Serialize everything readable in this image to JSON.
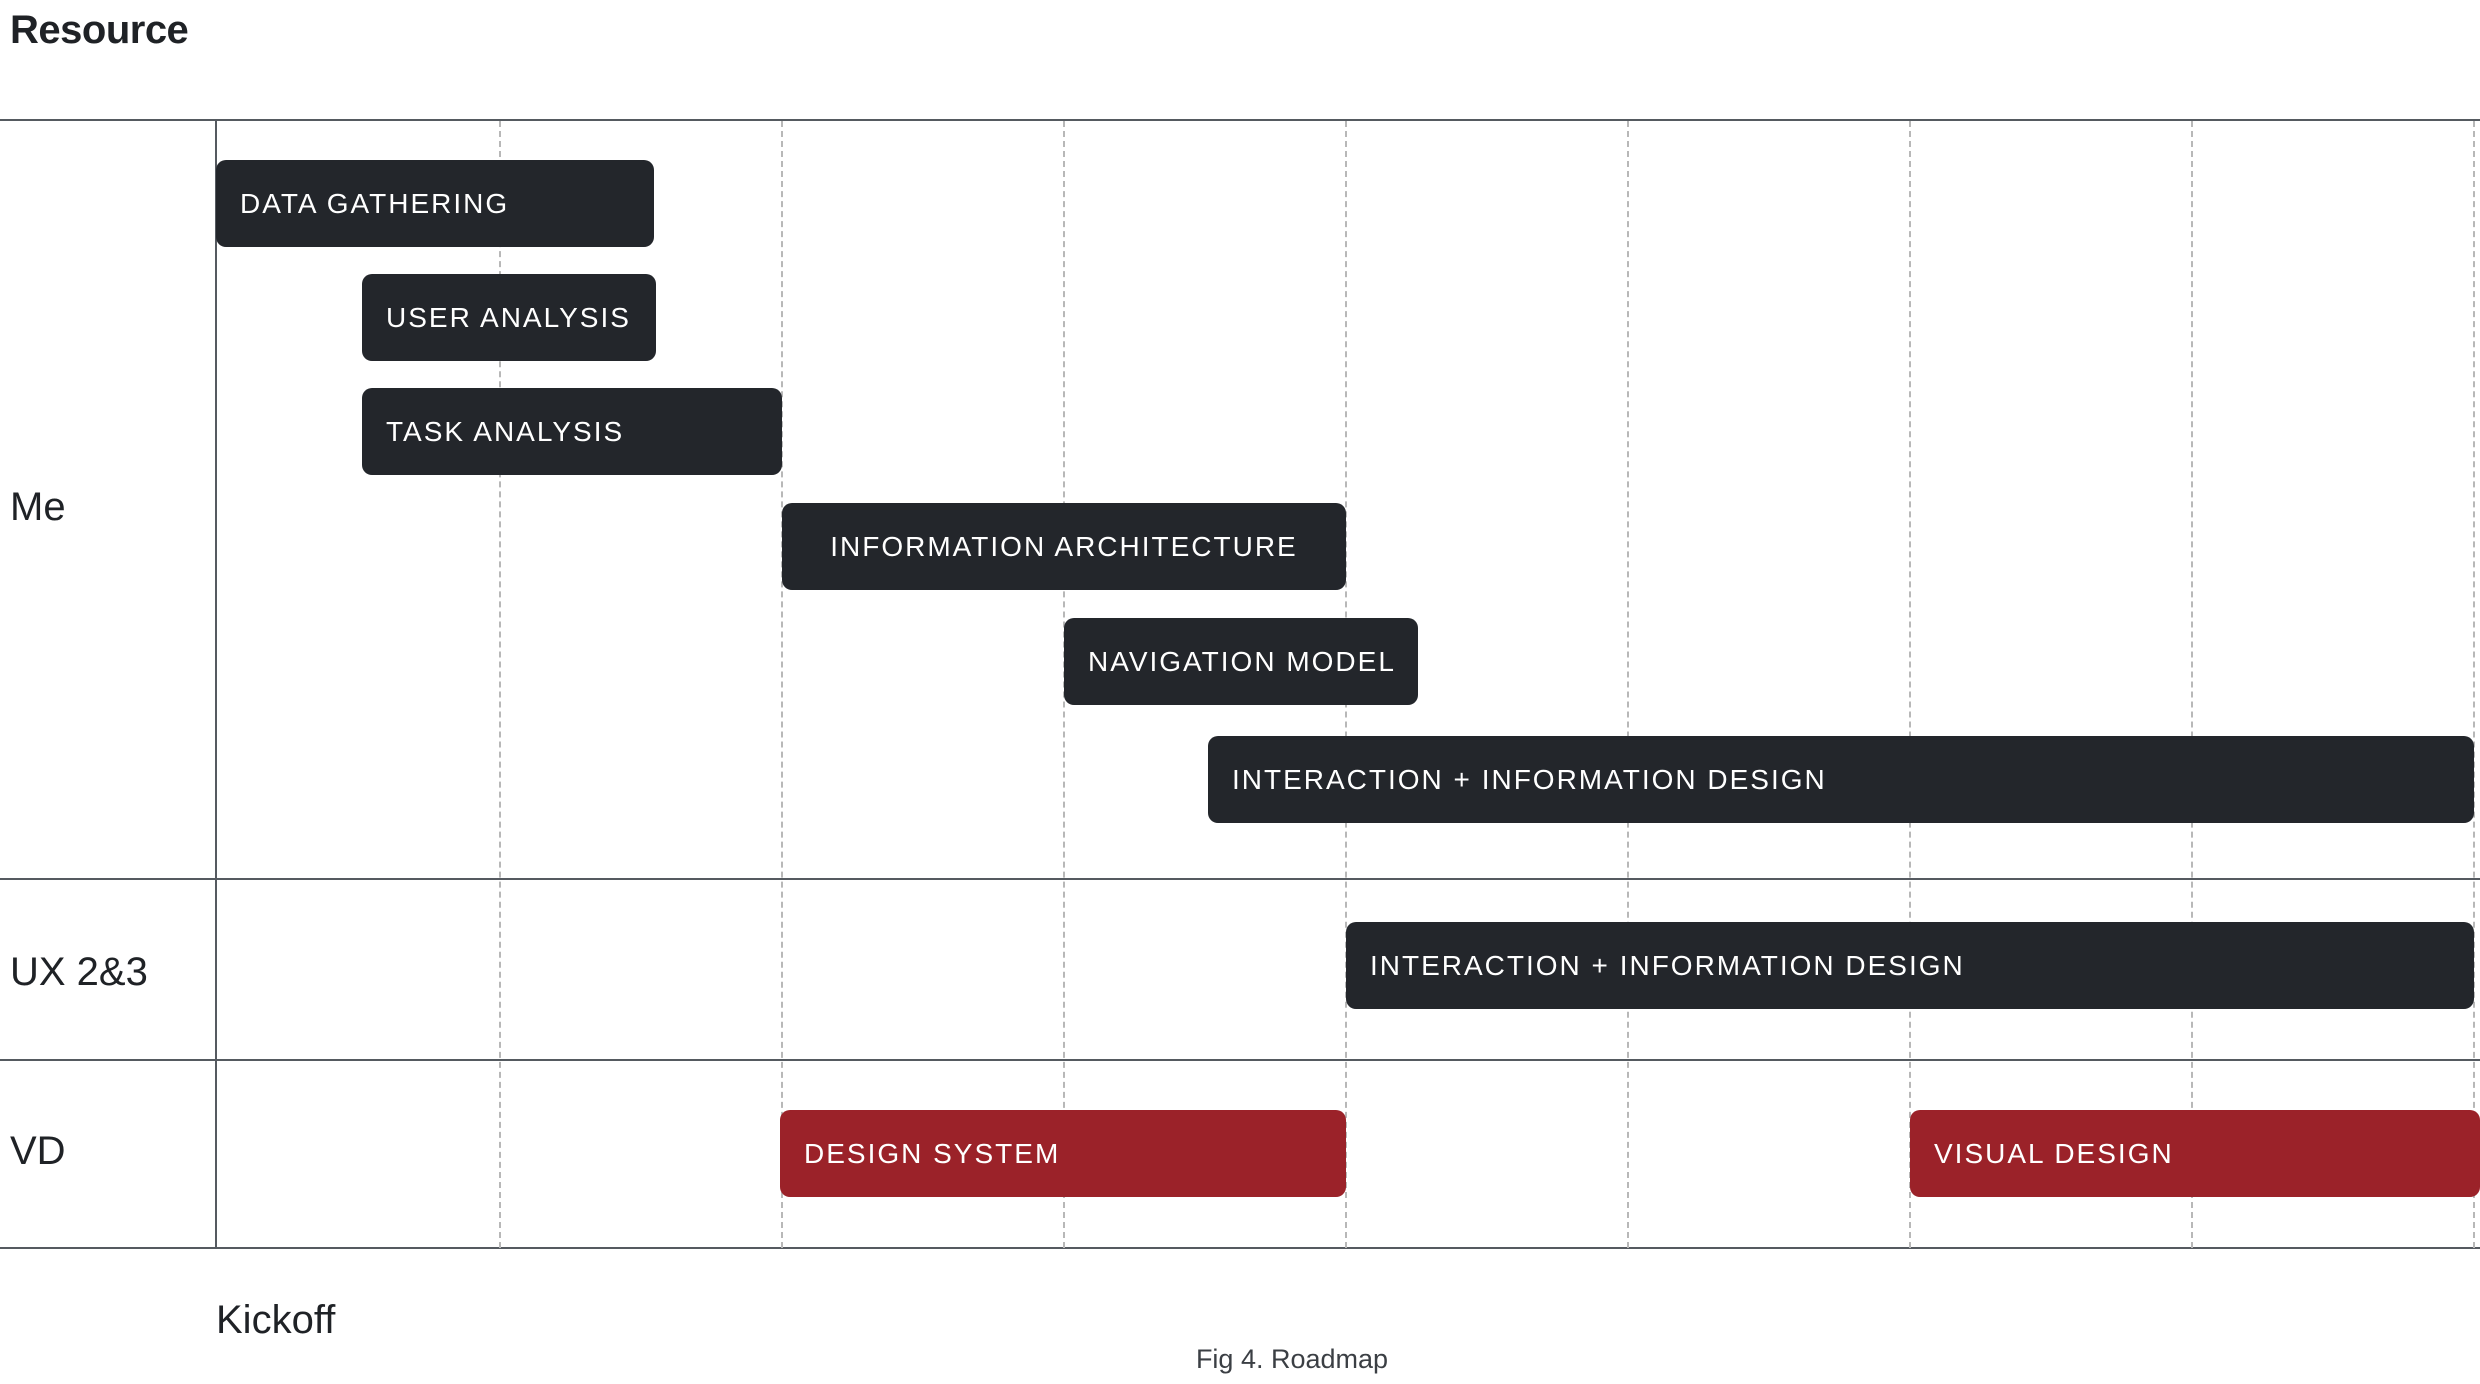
{
  "header": {
    "title": "Resource"
  },
  "rows": [
    {
      "label": "Me"
    },
    {
      "label": "UX 2&3"
    },
    {
      "label": "VD"
    }
  ],
  "tasks": [
    {
      "label": "DATA GATHERING",
      "resource": "Me",
      "status": "dark"
    },
    {
      "label": "USER ANALYSIS",
      "resource": "Me",
      "status": "dark"
    },
    {
      "label": "TASK ANALYSIS",
      "resource": "Me",
      "status": "dark"
    },
    {
      "label": "INFORMATION ARCHITECTURE",
      "resource": "Me",
      "status": "dark"
    },
    {
      "label": "NAVIGATION MODEL",
      "resource": "Me",
      "status": "dark"
    },
    {
      "label": "INTERACTION + INFORMATION DESIGN",
      "resource": "Me",
      "status": "dark"
    },
    {
      "label": "INTERACTION + INFORMATION DESIGN",
      "resource": "UX 2&3",
      "status": "dark"
    },
    {
      "label": "DESIGN SYSTEM",
      "resource": "VD",
      "status": "red"
    },
    {
      "label": "VISUAL DESIGN",
      "resource": "VD",
      "status": "red"
    }
  ],
  "timeline": {
    "start_label": "Kickoff"
  },
  "caption": "Fig 4. Roadmap",
  "colors": {
    "dark_bar": "#23262b",
    "red_bar": "#9b2229",
    "text": "#1f2226"
  }
}
